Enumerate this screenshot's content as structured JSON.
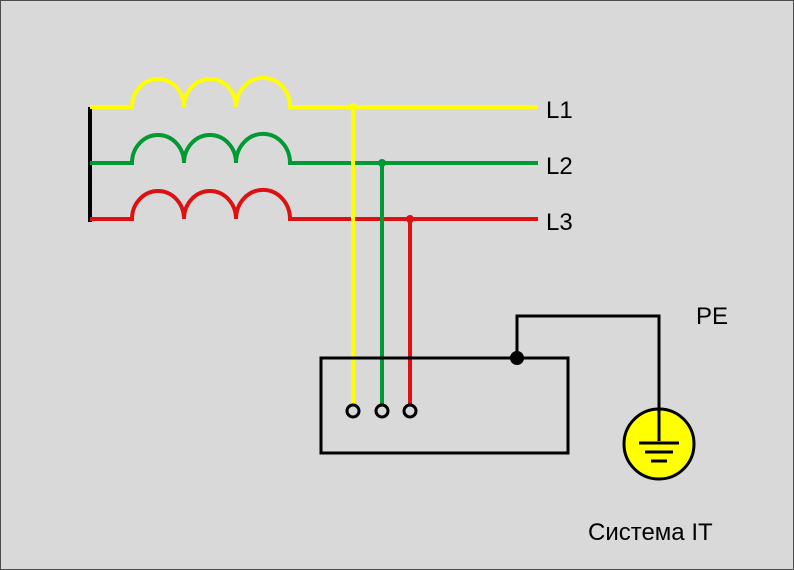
{
  "diagram": {
    "phases": [
      {
        "label": "L1",
        "color": "#ffff00"
      },
      {
        "label": "L2",
        "color": "#009933"
      },
      {
        "label": "L3",
        "color": "#dd1111"
      }
    ],
    "pe_label": "PE",
    "caption": "Система IT",
    "colors": {
      "background": "#d9d9d9",
      "wire_black": "#000000",
      "ground_symbol": "#ffff00"
    },
    "icons": [
      "ground-symbol-icon"
    ]
  }
}
